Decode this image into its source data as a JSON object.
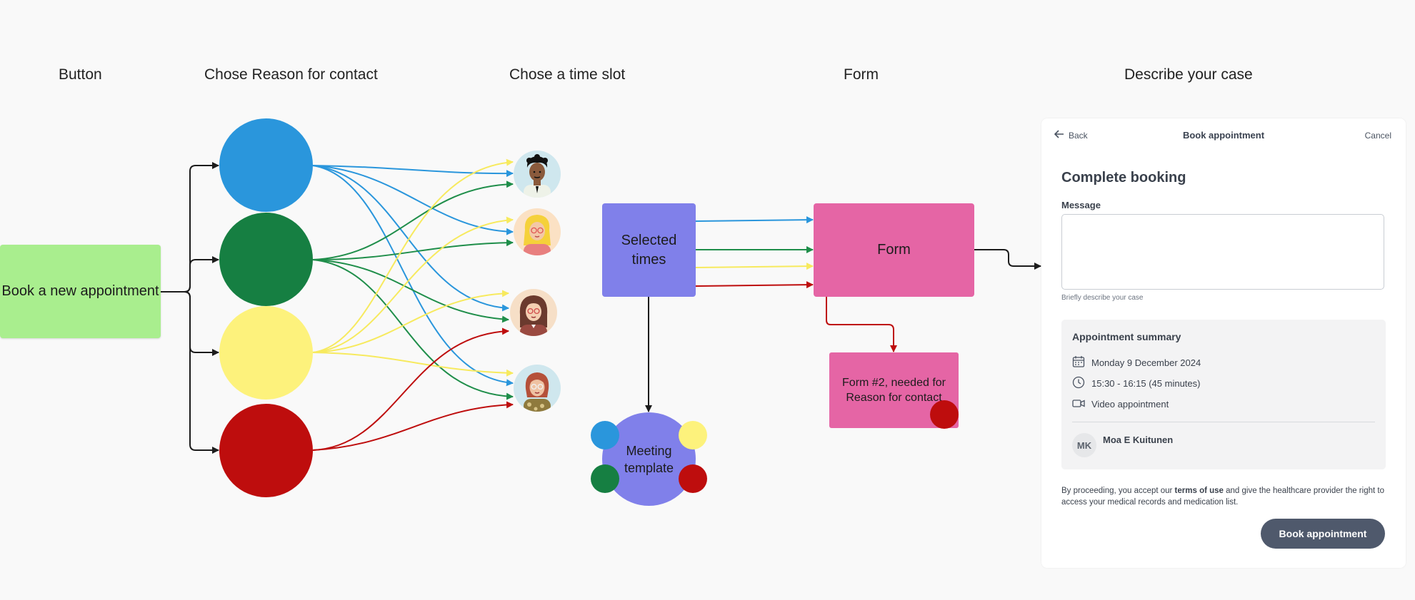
{
  "columns": {
    "button": "Button",
    "reason": "Chose Reason for contact",
    "timeslot": "Chose a time slot",
    "form": "Form",
    "describe": "Describe your case"
  },
  "nodes": {
    "book_new": "Book a new appointment",
    "selected_times": "Selected times",
    "form": "Form",
    "form2": "Form #2, needed for Reason for contact",
    "meeting_template": "Meeting template"
  },
  "colors": {
    "blue": "#2a96dc",
    "green": "#167f42",
    "yellow": "#fdf27c",
    "red": "#be0d0d",
    "purple": "#8080ea",
    "pink": "#e565a5",
    "light_green": "#a9ee8e",
    "dark": "#1c1c1c"
  },
  "panel": {
    "back": "Back",
    "header_title": "Book appointment",
    "cancel": "Cancel",
    "title": "Complete booking",
    "message_label": "Message",
    "message_value": "",
    "message_hint": "Briefly describe your case",
    "summary": {
      "title": "Appointment summary",
      "date": "Monday 9 December 2024",
      "time": "15:30 - 16:15 (45 minutes)",
      "type": "Video appointment",
      "initials": "MK",
      "name": "Moa E Kuitunen"
    },
    "consent_1": "By proceeding, you accept our ",
    "consent_terms": "terms of use",
    "consent_2": " and give the healthcare provider the right to access your medical records and medication list.",
    "book_button": "Book appointment"
  }
}
